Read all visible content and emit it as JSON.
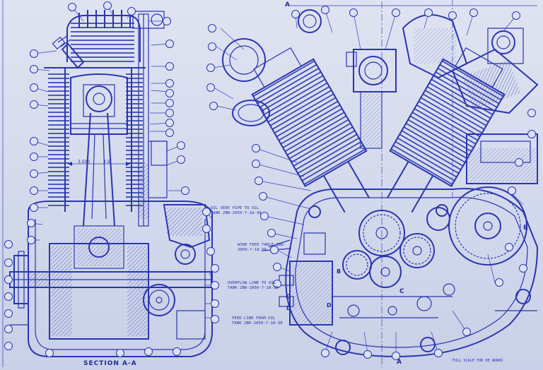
{
  "section_label": "SECTION A-A",
  "bore_dim": "3.500",
  "stroke_dim": "3.5",
  "view_marks": {
    "top": "A",
    "bottom": "A",
    "right": "B",
    "left_lower": "B",
    "c_left": "C",
    "c_right": "C",
    "d_left": "D",
    "d_right": "D"
  },
  "notes": [
    "OIL VENT PIPE TO OIL TANK 2BR-2050-7-18-38",
    "WIRE FEED TABLE 2BR-2050-7-18-38",
    "OVERFLOW LINE TO OIL TANK 2BR-2050-7-18-38",
    "FEED LINE FROM OIL TANK 2BR-2050-7-18-38"
  ],
  "footer_note": "FULL SCALE FOR DE WORKS",
  "colors": {
    "ink": "#2430a8",
    "paper": "#dde2f1"
  }
}
